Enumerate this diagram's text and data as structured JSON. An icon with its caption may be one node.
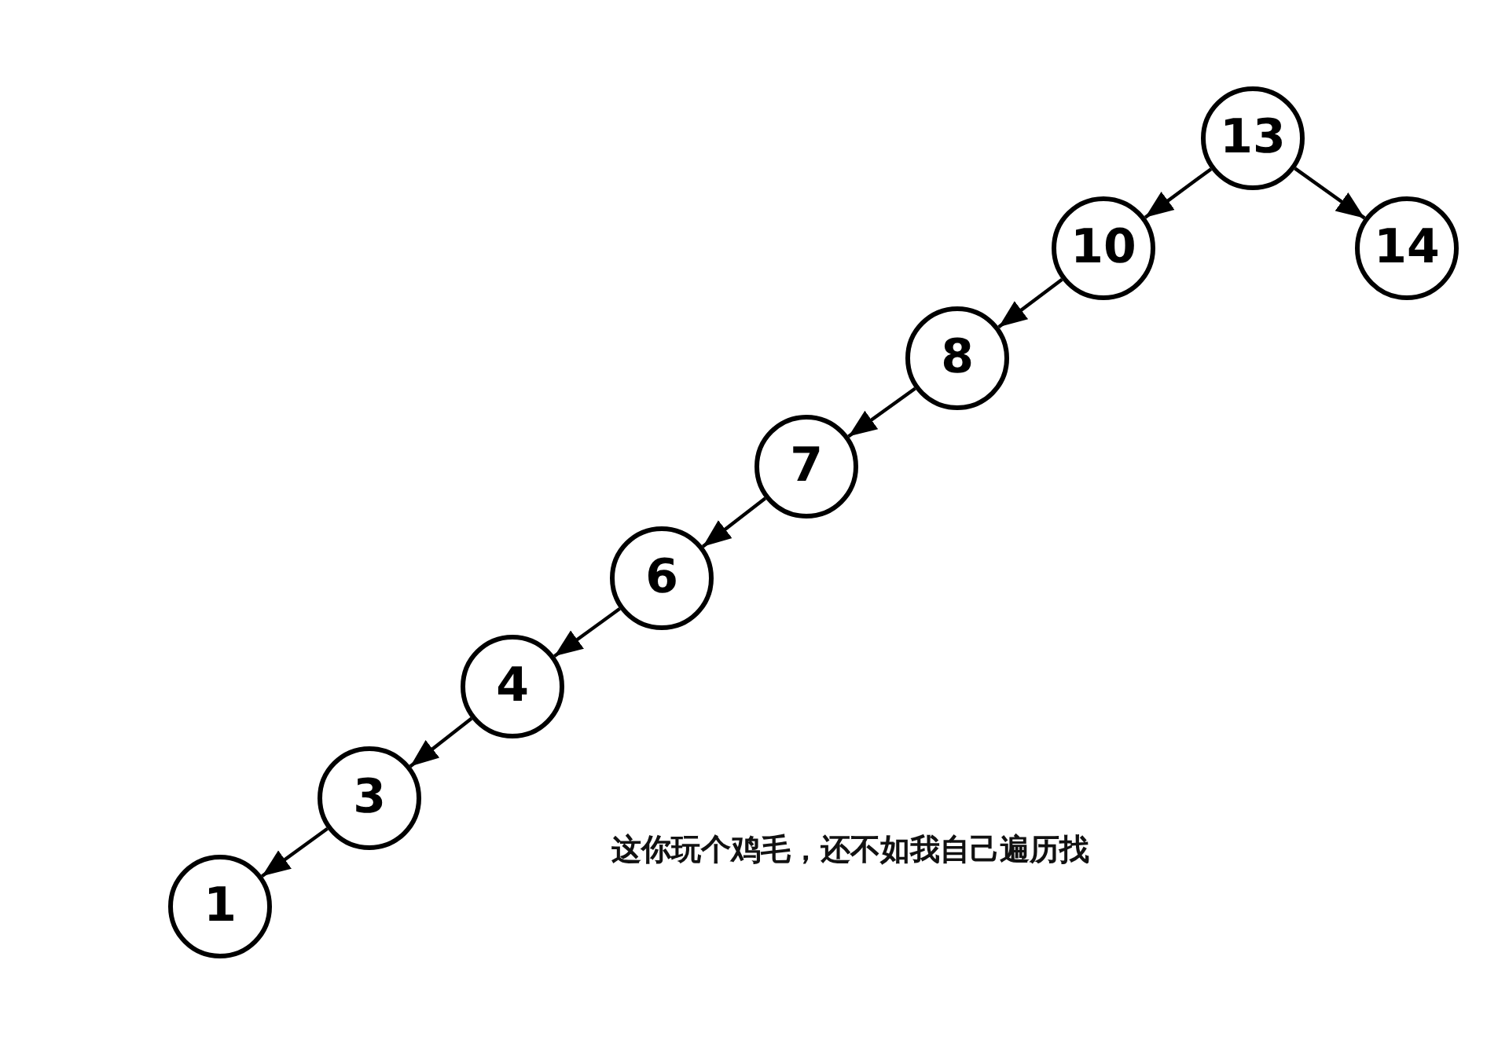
{
  "diagram": {
    "nodes": [
      {
        "text": [
          "13"
        ]
      },
      {
        "text": [
          "10"
        ]
      },
      {
        "text": [
          "14"
        ]
      },
      {
        "text": [
          "8"
        ]
      },
      {
        "text": [
          "7"
        ]
      },
      {
        "text": [
          "6"
        ]
      },
      {
        "text": [
          "4"
        ]
      },
      {
        "text": [
          "3"
        ]
      },
      {
        "text": [
          "1"
        ]
      }
    ],
    "edges": [
      {
        "from": 0,
        "to": 1,
        "arrow": "to"
      },
      {
        "from": 0,
        "to": 2,
        "arrow": "to"
      },
      {
        "from": 1,
        "to": 3,
        "arrow": "to"
      },
      {
        "from": 3,
        "to": 4,
        "arrow": "to"
      },
      {
        "from": 4,
        "to": 5,
        "arrow": "to"
      },
      {
        "from": 5,
        "to": 6,
        "arrow": "to"
      },
      {
        "from": 6,
        "to": 7,
        "arrow": "to"
      },
      {
        "from": 7,
        "to": 8,
        "arrow": "to"
      }
    ],
    "labels": [
      "这你玩个鸡毛，还不如我自己遍历找"
    ]
  }
}
